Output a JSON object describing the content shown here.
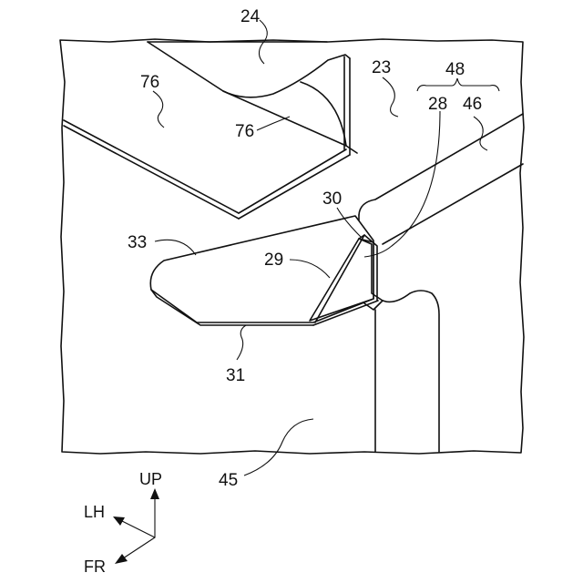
{
  "labels": {
    "l24": "24",
    "l23": "23",
    "l48": "48",
    "l28": "28",
    "l46": "46",
    "l76a": "76",
    "l76b": "76",
    "l30": "30",
    "l33": "33",
    "l29": "29",
    "l31": "31",
    "l45": "45"
  },
  "axes": {
    "up": "UP",
    "lh": "LH",
    "fr": "FR"
  }
}
